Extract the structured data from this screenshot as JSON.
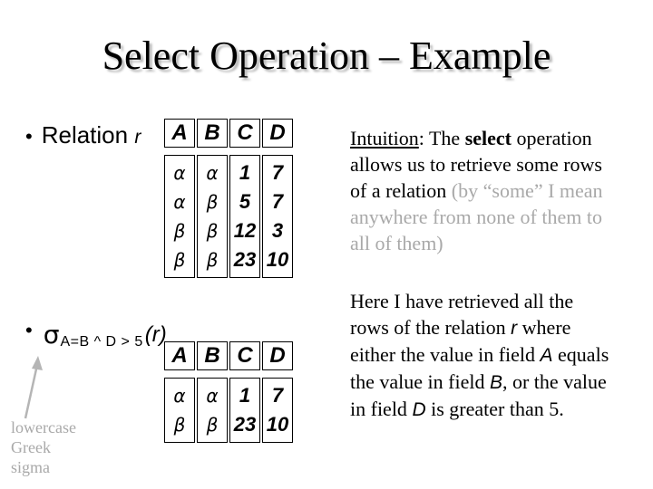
{
  "slide": {
    "title": "Select Operation – Example",
    "bullet_marker": "•",
    "relation_bullet": [
      {
        "t": "Relation "
      },
      {
        "t": "r",
        "s": [
          "v"
        ]
      }
    ],
    "sigma": {
      "symbol": "σ",
      "subscript": "A=B ^ D > 5",
      "argument": "(r)"
    },
    "annotation": {
      "lines": [
        "lowercase",
        "Greek",
        "sigma"
      ],
      "arrow_icon": "up-arrow"
    }
  },
  "tables": [
    {
      "name": "relation-r",
      "headers": [
        "A",
        "B",
        "C",
        "D"
      ],
      "rows": [
        [
          "α",
          "α",
          "1",
          "7"
        ],
        [
          "α",
          "β",
          "5",
          "7"
        ],
        [
          "β",
          "β",
          "12",
          "3"
        ],
        [
          "β",
          "β",
          "23",
          "10"
        ]
      ]
    },
    {
      "name": "select-result",
      "headers": [
        "A",
        "B",
        "C",
        "D"
      ],
      "rows": [
        [
          "α",
          "α",
          "1",
          "7"
        ],
        [
          "β",
          "β",
          "23",
          "10"
        ]
      ]
    }
  ],
  "paragraphs": {
    "intuition": [
      {
        "t": "Intuition",
        "s": [
          "u"
        ]
      },
      {
        "t": ": The "
      },
      {
        "t": "select",
        "s": [
          "b"
        ]
      },
      {
        "t": " operation"
      },
      {
        "br": true
      },
      {
        "t": "allows us to retrieve some rows"
      },
      {
        "br": true
      },
      {
        "t": "of a relation "
      },
      {
        "t": "(by “some” I mean",
        "s": [
          "g"
        ]
      },
      {
        "br": true
      },
      {
        "t": "anywhere from none of them to",
        "s": [
          "g"
        ]
      },
      {
        "br": true
      },
      {
        "t": "all of them)",
        "s": [
          "g"
        ]
      }
    ],
    "explanation": [
      {
        "t": "Here I have retrieved all the"
      },
      {
        "br": true
      },
      {
        "t": "rows of the relation "
      },
      {
        "t": "r",
        "s": [
          "v"
        ]
      },
      {
        "t": " where"
      },
      {
        "br": true
      },
      {
        "t": "either the value in field "
      },
      {
        "t": "A",
        "s": [
          "v"
        ]
      },
      {
        "t": " equals"
      },
      {
        "br": true
      },
      {
        "t": "the value in field "
      },
      {
        "t": "B",
        "s": [
          "v"
        ]
      },
      {
        "t": ", or the value"
      },
      {
        "br": true
      },
      {
        "t": "in field "
      },
      {
        "t": "D",
        "s": [
          "v"
        ]
      },
      {
        "t": " is greater than 5."
      }
    ]
  },
  "colors": {
    "text": "#000000",
    "muted_gray": "#a9a9a9",
    "shadow_gray": "#b5b5b5",
    "table_border": "#000000",
    "background": "#ffffff"
  }
}
